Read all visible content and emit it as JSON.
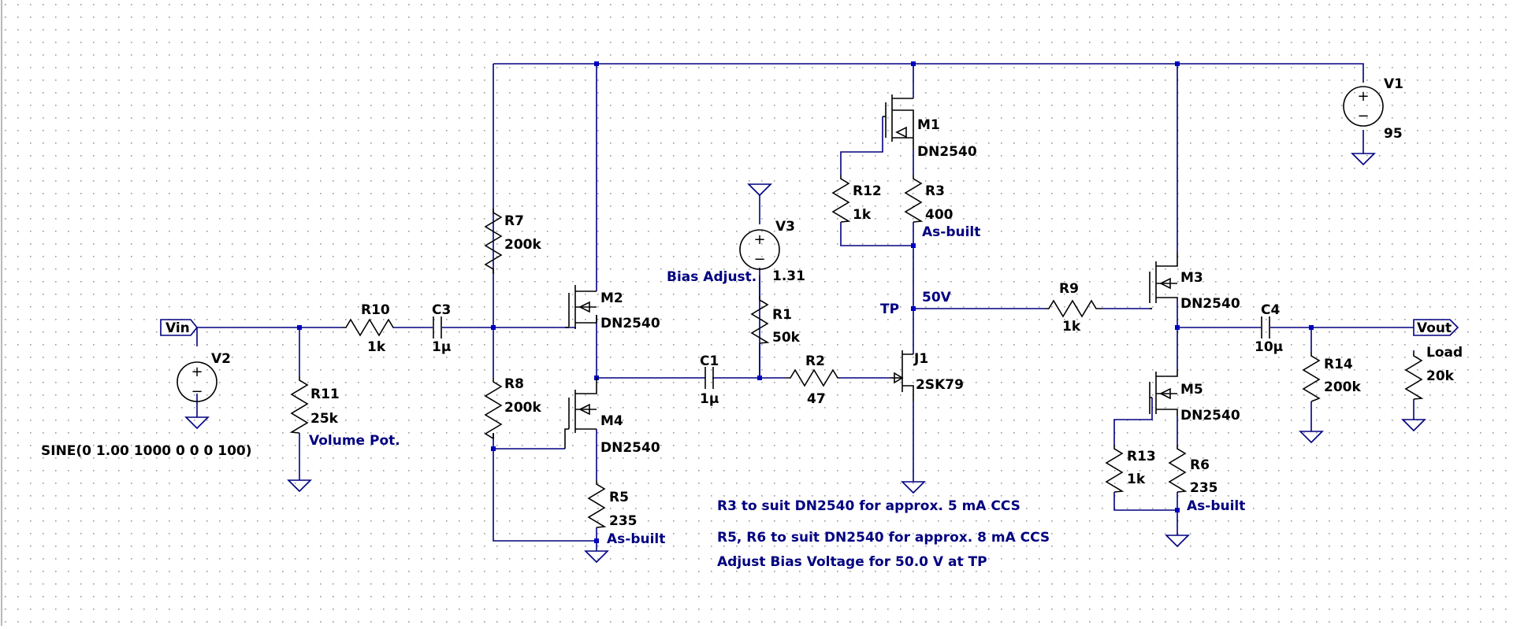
{
  "schematic": {
    "parts": {
      "V1": {
        "name": "V1",
        "value": "95"
      },
      "V2": {
        "name": "V2",
        "value": "SINE(0 1.00 1000 0 0 0 100)"
      },
      "V3": {
        "name": "V3",
        "value": "1.31",
        "note": "Bias Adjust."
      },
      "M1": {
        "name": "M1",
        "value": "DN2540"
      },
      "M2": {
        "name": "M2",
        "value": "DN2540"
      },
      "M3": {
        "name": "M3",
        "value": "DN2540"
      },
      "M4": {
        "name": "M4",
        "value": "DN2540"
      },
      "M5": {
        "name": "M5",
        "value": "DN2540"
      },
      "J1": {
        "name": "J1",
        "value": "2SK79"
      },
      "R1": {
        "name": "R1",
        "value": "50k"
      },
      "R2": {
        "name": "R2",
        "value": "47"
      },
      "R3": {
        "name": "R3",
        "value": "400",
        "note": "As-built"
      },
      "R5": {
        "name": "R5",
        "value": "235",
        "note": "As-built"
      },
      "R6": {
        "name": "R6",
        "value": "235",
        "note": "As-built"
      },
      "R7": {
        "name": "R7",
        "value": "200k"
      },
      "R8": {
        "name": "R8",
        "value": "200k"
      },
      "R9": {
        "name": "R9",
        "value": "1k"
      },
      "R10": {
        "name": "R10",
        "value": "1k"
      },
      "R11": {
        "name": "R11",
        "value": "25k",
        "note": "Volume Pot."
      },
      "R12": {
        "name": "R12",
        "value": "1k"
      },
      "R13": {
        "name": "R13",
        "value": "1k"
      },
      "R14": {
        "name": "R14",
        "value": "200k"
      },
      "Load": {
        "name": "Load",
        "value": "20k"
      },
      "C1": {
        "name": "C1",
        "value": "1µ"
      },
      "C3": {
        "name": "C3",
        "value": "1µ"
      },
      "C4": {
        "name": "C4",
        "value": "10µ"
      }
    },
    "nets": {
      "vin": "Vin",
      "vout": "Vout",
      "tp": "TP",
      "tp_voltage": "50V"
    },
    "notes": [
      "R3 to suit DN2540 for approx. 5 mA CCS",
      "R5, R6 to suit DN2540 for approx. 8 mA CCS",
      "Adjust Bias Voltage for 50.0 V at TP"
    ],
    "colors": {
      "wire": "#000080",
      "text_note": "#000080",
      "grid_dot": "#9a9a9a",
      "junction": "#0000c0"
    }
  }
}
